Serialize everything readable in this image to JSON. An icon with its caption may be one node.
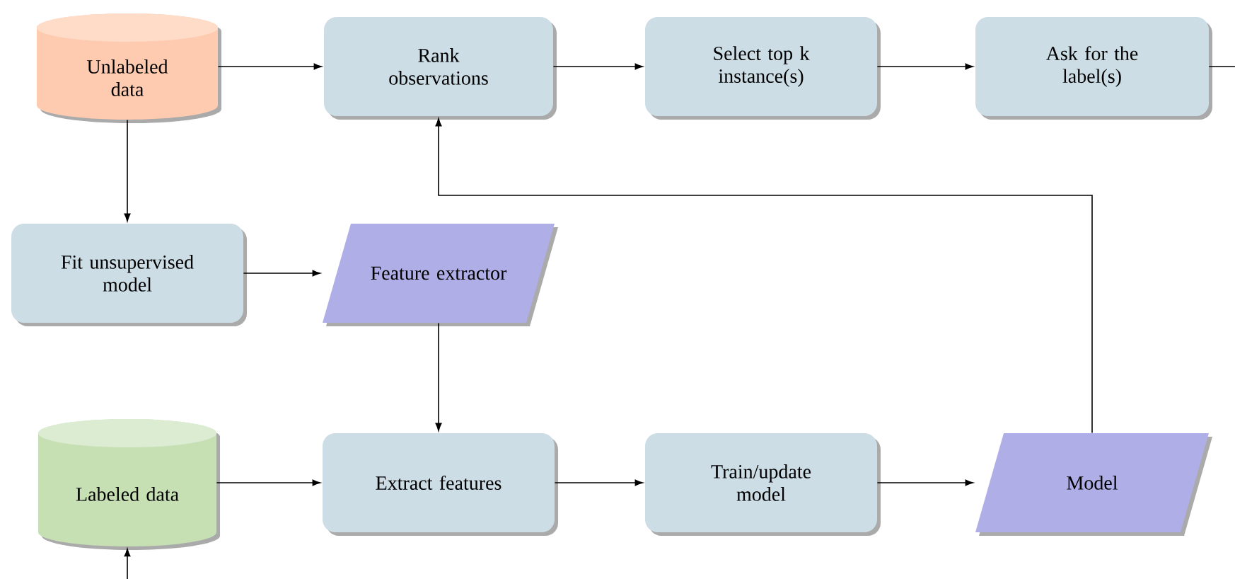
{
  "diagram": {
    "nodes": [
      {
        "text": [
          "Unlabeled data"
        ]
      },
      {
        "text": [
          "Rank observations"
        ]
      },
      {
        "text": [
          "Select top k instance(s)"
        ]
      },
      {
        "text": [
          "Ask for the label(s)"
        ]
      },
      {
        "text": [
          "Fit unsupervised model"
        ]
      },
      {
        "text": [
          "Feature extractor"
        ]
      },
      {
        "text": [
          "Labeled data"
        ]
      },
      {
        "text": [
          "Extract features"
        ]
      },
      {
        "text": [
          "Train/update model"
        ]
      },
      {
        "text": [
          "Model"
        ]
      }
    ],
    "edges": [
      {
        "from": 0,
        "to": 1,
        "arrow": "to"
      },
      {
        "from": 1,
        "to": 2,
        "arrow": "to"
      },
      {
        "from": 2,
        "to": 3,
        "arrow": "to"
      },
      {
        "from": 3,
        "to": null,
        "arrow": "none"
      },
      {
        "from": 0,
        "to": 4,
        "arrow": "to"
      },
      {
        "from": 4,
        "to": 5,
        "arrow": "to"
      },
      {
        "from": 5,
        "to": 7,
        "arrow": "to"
      },
      {
        "from": 6,
        "to": 7,
        "arrow": "to"
      },
      {
        "from": 7,
        "to": 8,
        "arrow": "to"
      },
      {
        "from": 8,
        "to": 9,
        "arrow": "to"
      },
      {
        "from": 9,
        "to": 1,
        "arrow": "to"
      },
      {
        "from": null,
        "to": 6,
        "arrow": "to"
      }
    ]
  }
}
